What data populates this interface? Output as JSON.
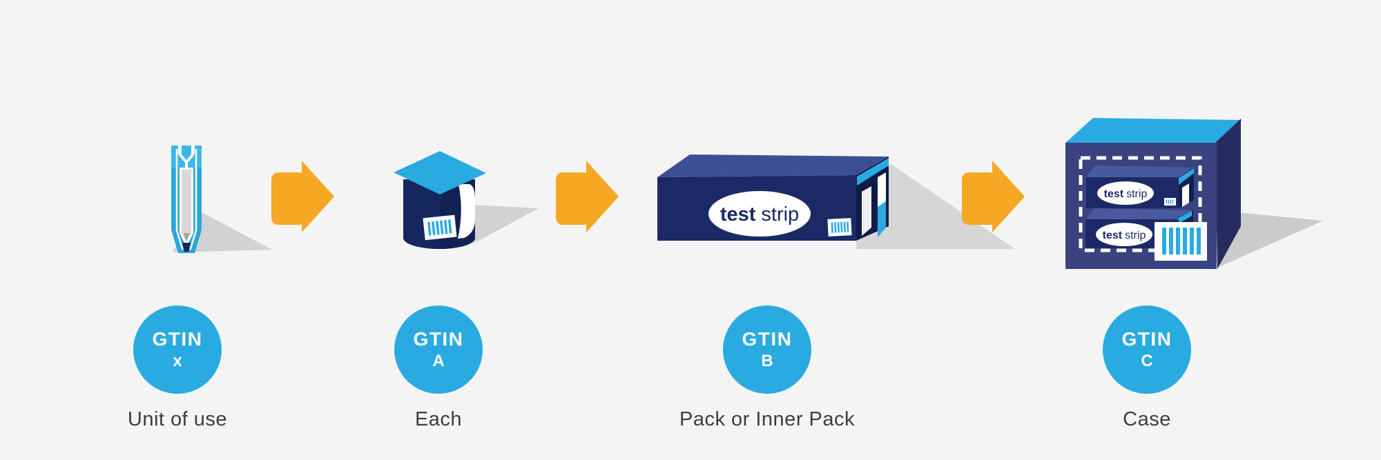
{
  "diagram": {
    "description": "GTIN packaging hierarchy",
    "colors": {
      "background": "#f4f4f4",
      "accent_cyan": "#29abe2",
      "navy": "#1b2a66",
      "medium_blue": "#3d4f94",
      "case_front_blue": "#3a4380",
      "arrow_orange": "#f6a724",
      "shadow_gray": "#d2d2d2",
      "label_text": "#3d3d3d"
    },
    "stages": [
      {
        "name": "unit-of-use",
        "gtin_line1": "GTIN",
        "gtin_line2": "x",
        "label": "Unit of use"
      },
      {
        "name": "each",
        "gtin_line1": "GTIN",
        "gtin_line2": "A",
        "label": "Each"
      },
      {
        "name": "pack-or-inner-pack",
        "gtin_line1": "GTIN",
        "gtin_line2": "B",
        "label": "Pack or Inner Pack",
        "box_label_bold": "test",
        "box_label_regular": "strip"
      },
      {
        "name": "case",
        "gtin_line1": "GTIN",
        "gtin_line2": "C",
        "label": "Case",
        "inner_packs": [
          {
            "label_bold": "test",
            "label_regular": "strip"
          },
          {
            "label_bold": "test",
            "label_regular": "strip"
          }
        ]
      }
    ]
  }
}
